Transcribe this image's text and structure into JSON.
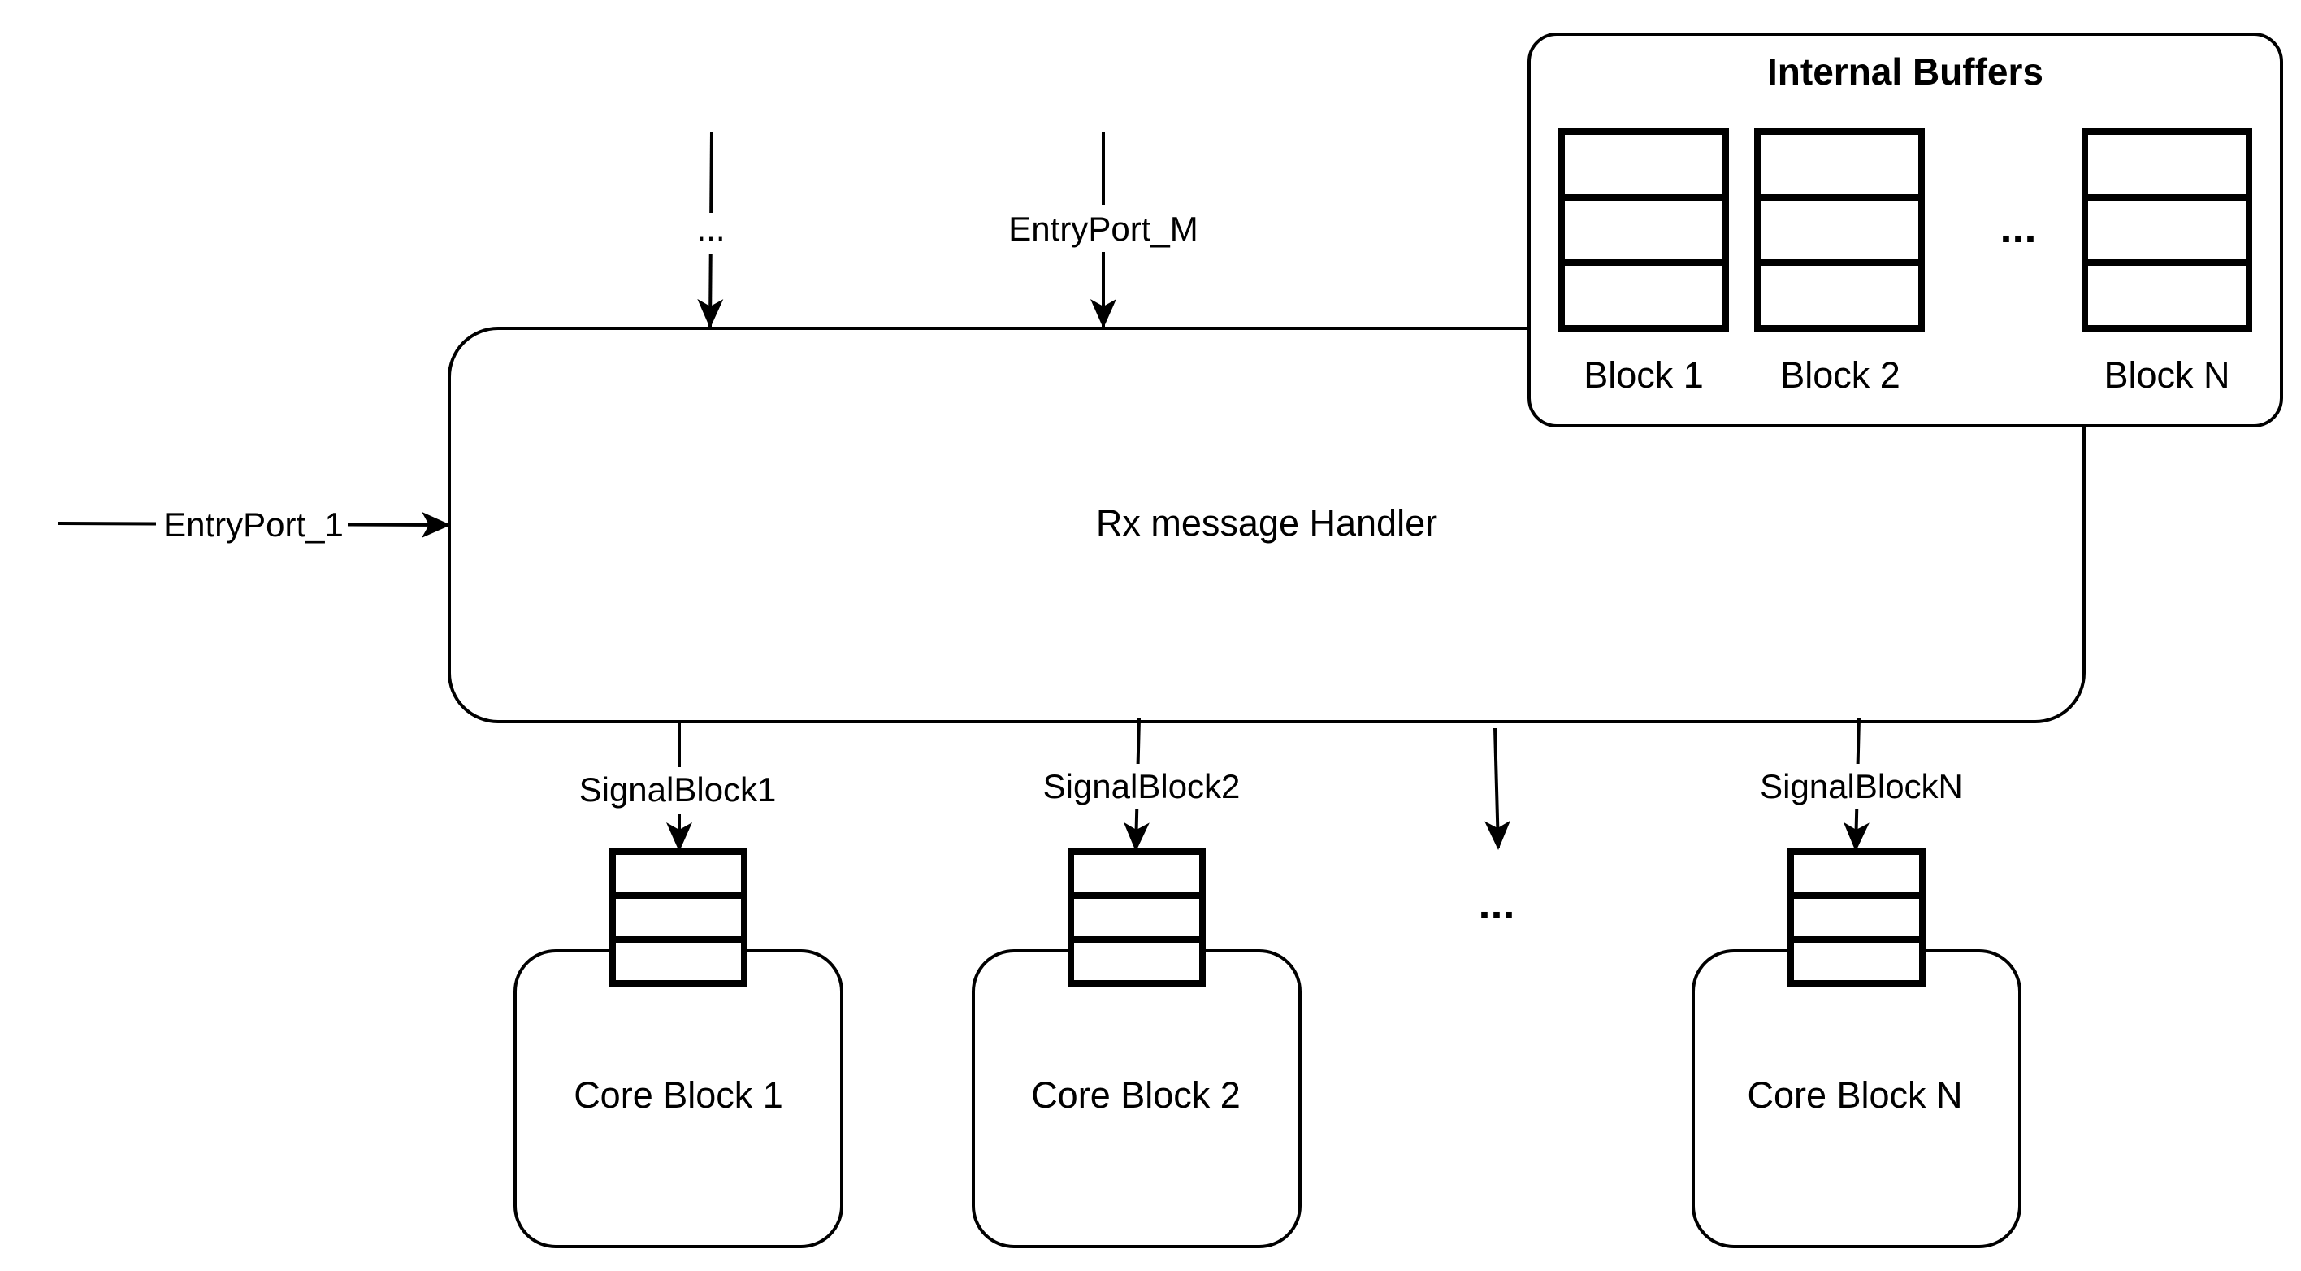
{
  "diagram": {
    "handler": {
      "label": "Rx message Handler"
    },
    "internal_buffers": {
      "title": "Internal Buffers",
      "blocks": [
        "Block 1",
        "Block 2",
        "Block N"
      ],
      "ellipsis": "..."
    },
    "entry_ports": {
      "port1": "EntryPort_1",
      "ellipsis": "...",
      "portM": "EntryPort_M"
    },
    "signals": [
      "SignalBlock1",
      "SignalBlock2",
      "SignalBlockN"
    ],
    "cores": [
      "Core Block 1",
      "Core Block 2",
      "Core Block N"
    ],
    "core_ellipsis": "..."
  }
}
